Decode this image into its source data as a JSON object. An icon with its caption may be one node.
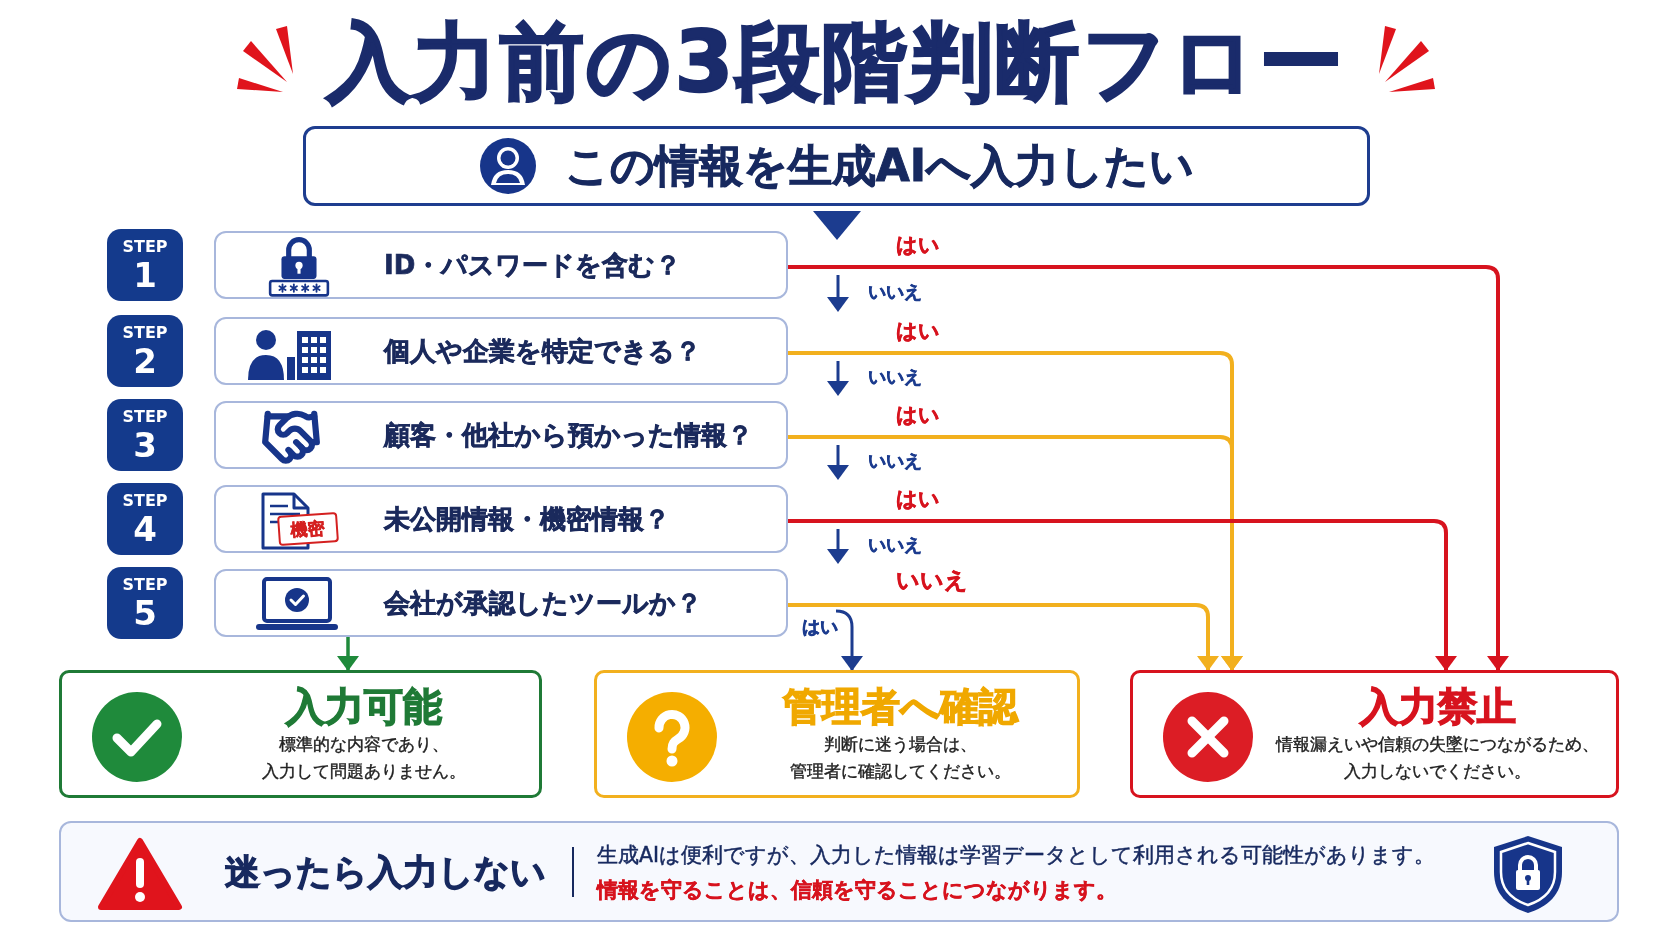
{
  "diagram": {
    "title": "入力前の3段階判断フロー",
    "nodes": [
      {
        "text": [
          "この情報を生成AIへ入力したい"
        ]
      },
      {
        "text": [
          "STEP",
          "1"
        ]
      },
      {
        "text": [
          "ID・パスワードを含む？"
        ]
      },
      {
        "text": [
          "STEP",
          "2"
        ]
      },
      {
        "text": [
          "個人や企業を特定できる？"
        ]
      },
      {
        "text": [
          "STEP",
          "3"
        ]
      },
      {
        "text": [
          "顧客・他社から預かった情報？"
        ]
      },
      {
        "text": [
          "STEP",
          "4"
        ]
      },
      {
        "text": [
          "未公開情報・機密情報？"
        ]
      },
      {
        "text": [
          "機密"
        ],
        "in": 8
      },
      {
        "text": [
          "STEP",
          "5"
        ]
      },
      {
        "text": [
          "会社が承認したツールか？"
        ]
      },
      {
        "text": [
          "入力可能",
          "標準的な内容であり、入力して問題ありません。"
        ]
      },
      {
        "text": [
          "管理者へ確認",
          "判断に迷う場合は、管理者に確認してください。"
        ]
      },
      {
        "text": [
          "入力禁止",
          "情報漏えいや信頼の失墜につながるため、入力しないでください。"
        ]
      },
      {
        "text": [
          "迷ったら入力しない",
          "生成AIは便利ですが、入力した情報は学習データとして利用される可能性があります。",
          "情報を守ることは、信頼を守ることにつながります。"
        ]
      }
    ],
    "edges": [
      {
        "from": 2,
        "to": 14,
        "label": "はい",
        "arrow": "to",
        "color": "#d7131e"
      },
      {
        "from": 4,
        "to": 14,
        "label": "はい",
        "arrow": "to"
      },
      {
        "from": 6,
        "to": 14,
        "label": "はい",
        "arrow": "to"
      },
      {
        "from": 8,
        "to": 14,
        "label": "はい",
        "arrow": "to",
        "color": "#d7131e"
      },
      {
        "from": 11,
        "to": 14,
        "label": "いいえ",
        "arrow": "to"
      },
      {
        "from": null,
        "to": 13,
        "label": "はい",
        "arrow": "to",
        "color": "#1c3c8f"
      },
      {
        "from": 11,
        "to": 12,
        "arrow": "to",
        "color": "#1f8a3b"
      }
    ],
    "labels": [
      "いいえ",
      "いいえ",
      "いいえ",
      "いいえ"
    ]
  }
}
